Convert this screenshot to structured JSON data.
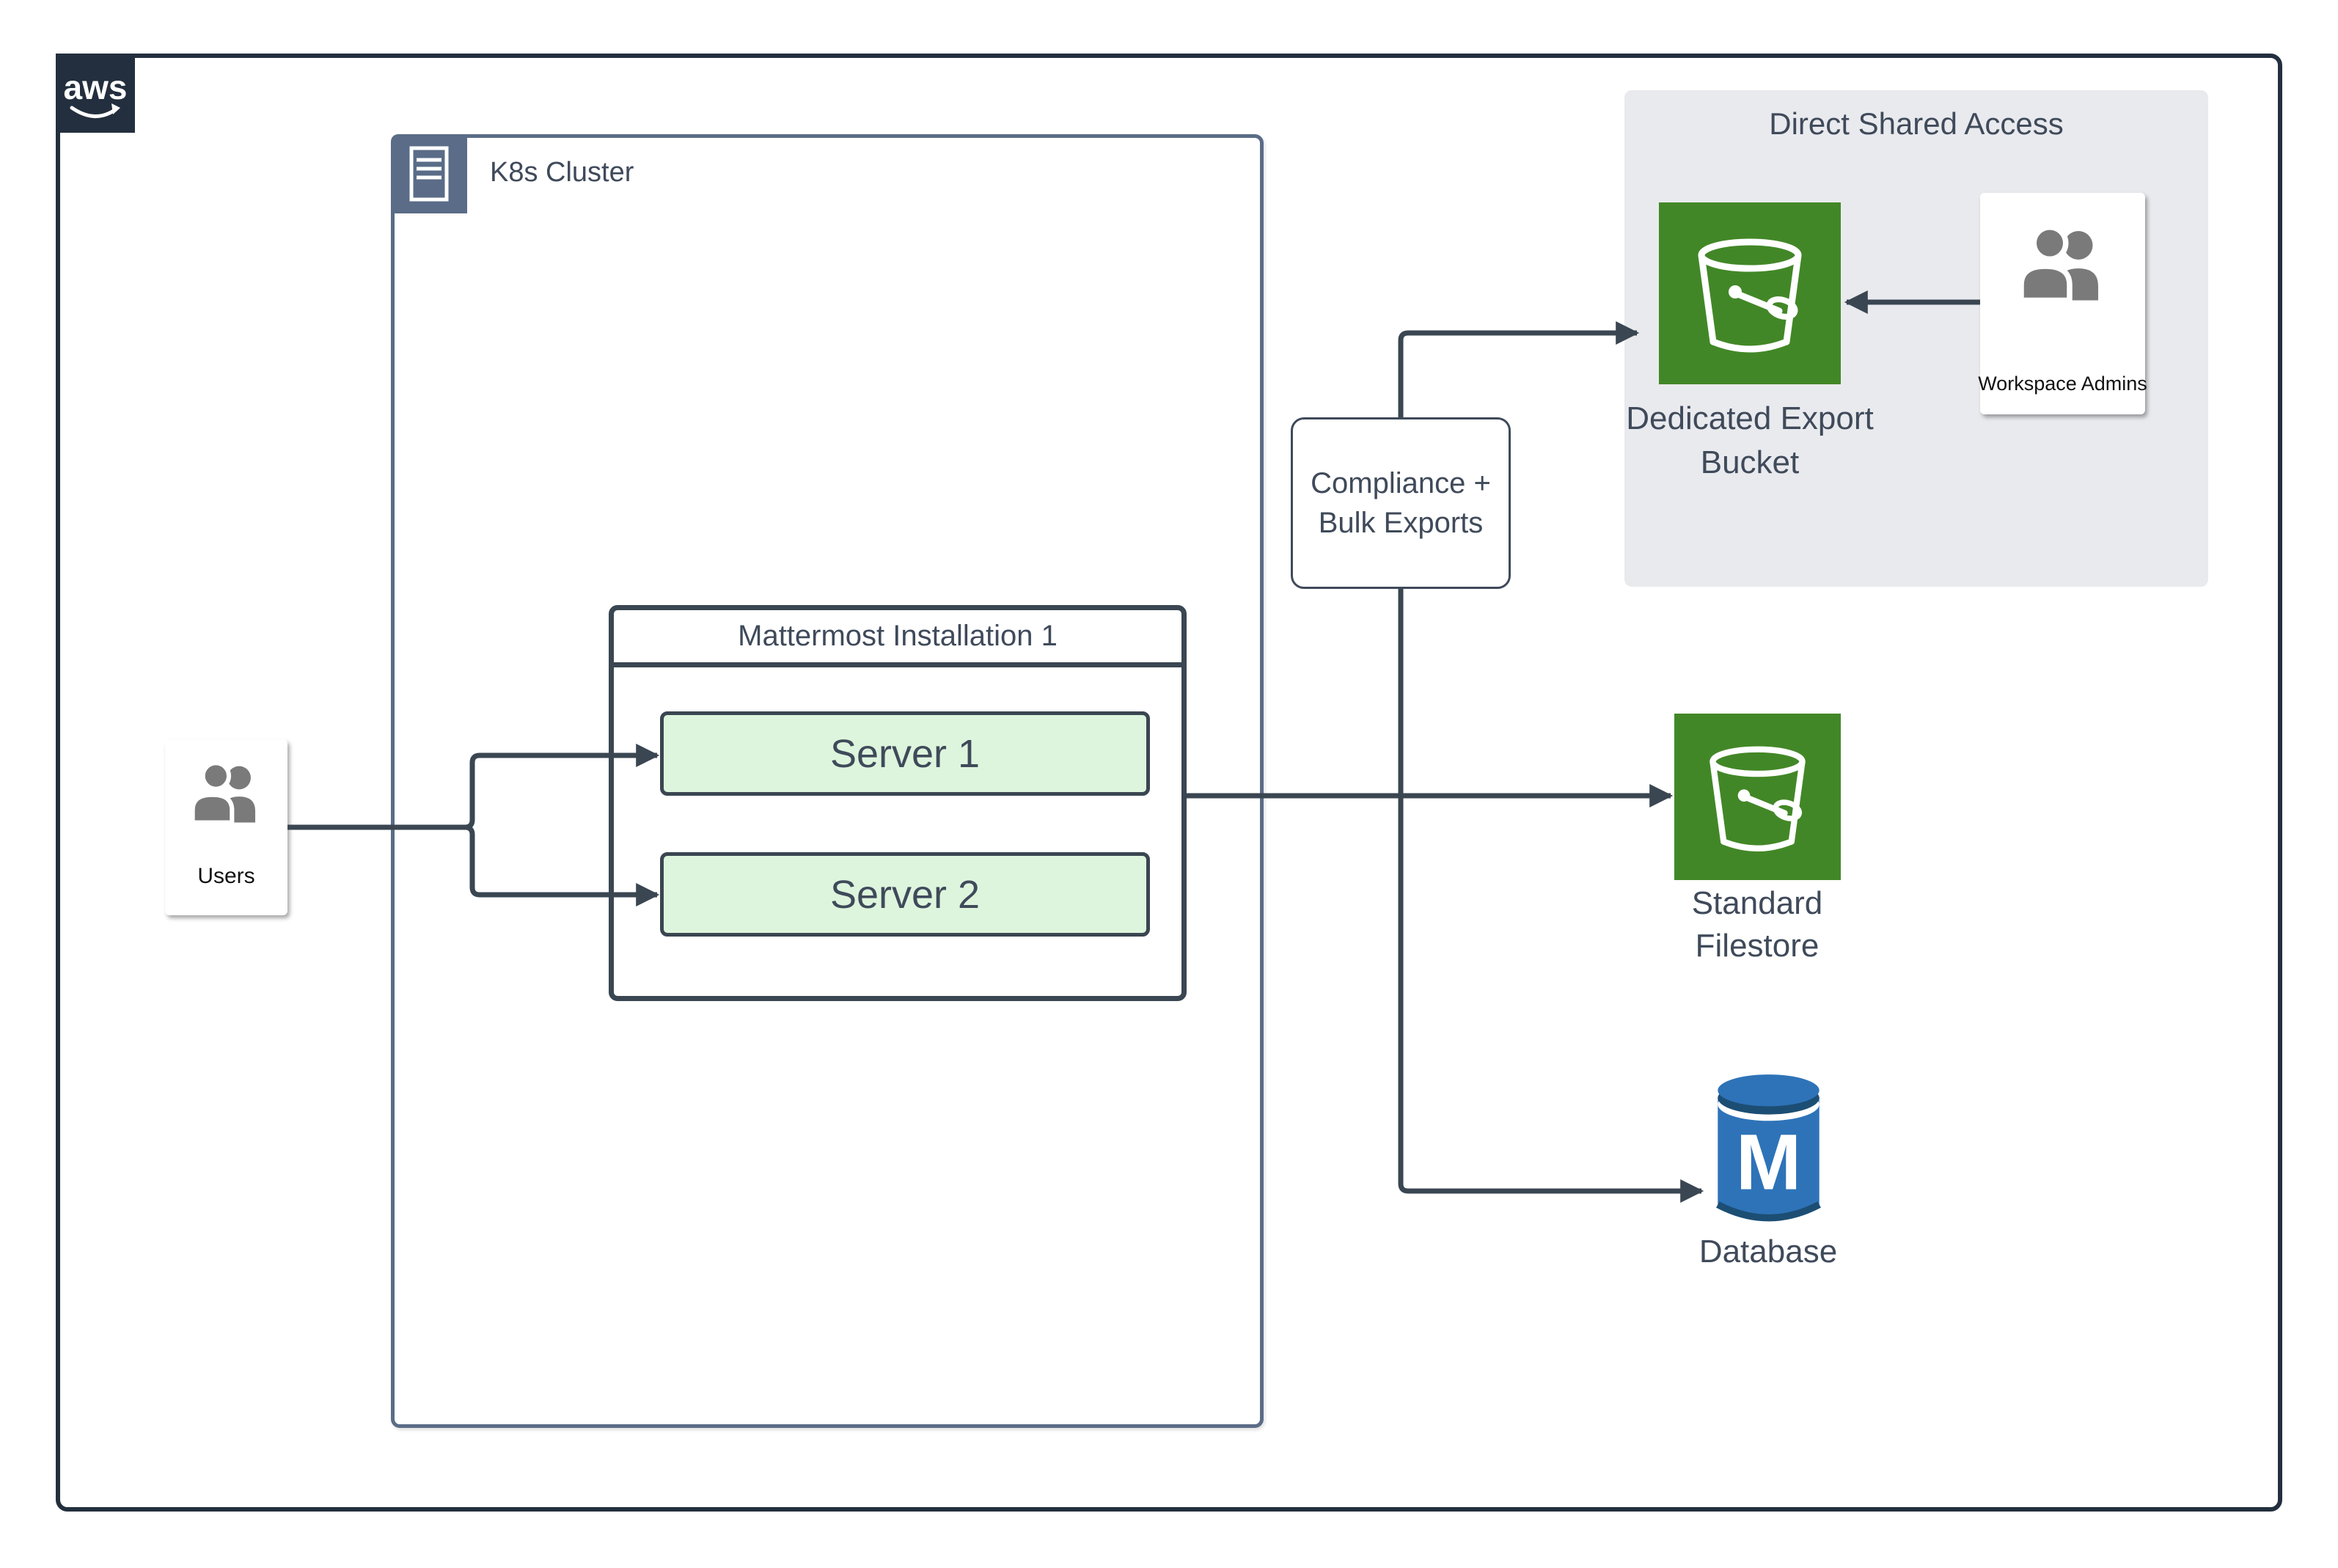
{
  "colors": {
    "frame_navy": "#232F3E",
    "connector_dark": "#3A4651",
    "k8s_slate": "#5A6C87",
    "server_fill_green": "#DEF5DD",
    "s3_green": "#428727",
    "db_blue": "#2E73B8",
    "db_dark_blue": "#1C4E74",
    "panel_gray": "#E9EAEE",
    "label_slate": "#3F4A5A",
    "people_gray": "#7A7A7A"
  },
  "aws_badge": {
    "label": "aws"
  },
  "k8s": {
    "label": "K8s Cluster"
  },
  "users": {
    "label": "Users"
  },
  "mattermost": {
    "title": "Mattermost Installation 1",
    "servers": [
      {
        "label": "Server 1"
      },
      {
        "label": "Server 2"
      }
    ]
  },
  "compliance": {
    "line1": "Compliance +",
    "line2": "Bulk Exports"
  },
  "direct_shared_access": {
    "title": "Direct Shared Access",
    "bucket_label": {
      "line1": "Dedicated Export",
      "line2": "Bucket"
    },
    "admins_label": "Workspace Admins"
  },
  "filestore": {
    "line1": "Standard",
    "line2": "Filestore"
  },
  "database": {
    "label": "Database",
    "monogram": "M"
  }
}
